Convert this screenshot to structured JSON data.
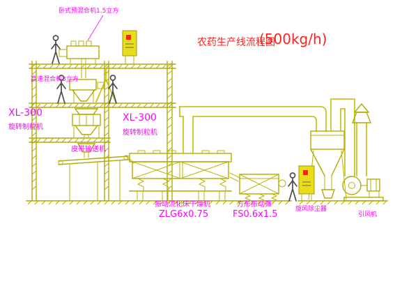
{
  "title": {
    "main": "农药生产线流程图",
    "capacity": "(500kg/h)"
  },
  "labels": {
    "horizontal_mixer": "卧式预混合机1.5立方",
    "high_speed_mixer": "高速混合机3立方",
    "granulator_left_model": "XL-300",
    "granulator_left_name": "旋转制粒机",
    "granulator_center_model": "XL-300",
    "granulator_center_name": "旋转制粒机",
    "belt_conveyor": "皮带输送机",
    "dryer_name": "振动流化床干燥机",
    "dryer_model": "ZLG6x0.75",
    "sieve_name": "方形振动筛",
    "sieve_model": "FS0.6x1.5",
    "cyclone": "旋风除尘器",
    "fan": "引风机"
  },
  "colors": {
    "background": "#ffffff",
    "drawing_line": "#b0aa00",
    "duct_line": "#c4bc00",
    "panel_fill": "#eadc1a",
    "indicator_red": "#ff2020",
    "label_magenta": "#ff00ff",
    "title_red": "#ff2020",
    "figure_gray": "#4d4d4d"
  }
}
